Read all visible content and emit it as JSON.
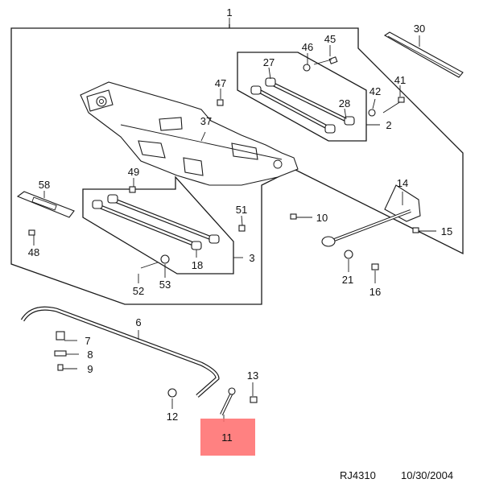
{
  "callouts": [
    "1",
    "2",
    "3",
    "6",
    "7",
    "8",
    "9",
    "10",
    "11",
    "12",
    "13",
    "14",
    "15",
    "16",
    "18",
    "21",
    "27",
    "28",
    "30",
    "37",
    "41",
    "42",
    "45",
    "46",
    "47",
    "48",
    "49",
    "51",
    "52",
    "53",
    "58"
  ],
  "highlight": {
    "label": "11",
    "color": "#ff6b6b"
  },
  "footer": {
    "code": "RJ4310",
    "date": "10/30/2004"
  }
}
